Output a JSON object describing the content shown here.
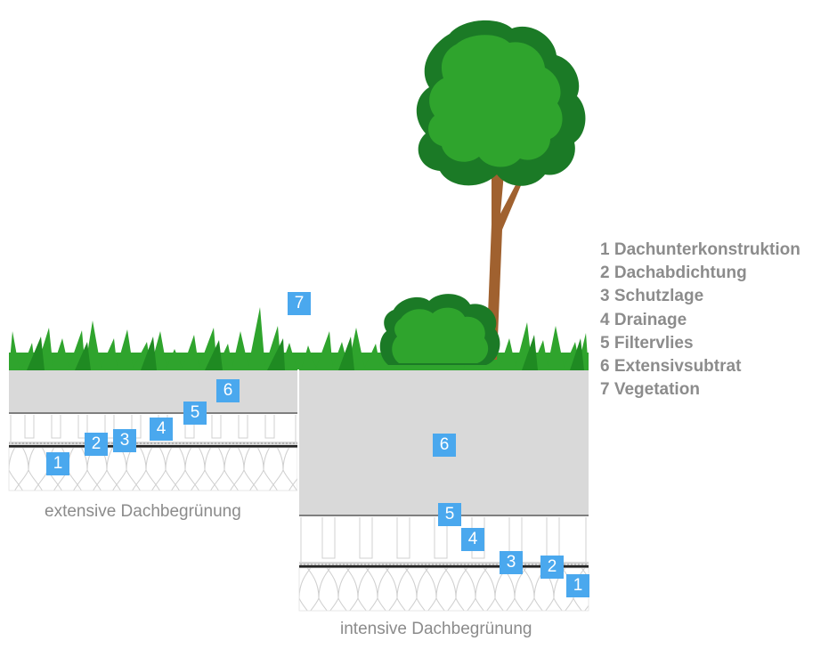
{
  "legend": [
    "1 Dachunterkonstruktion",
    "2 Dachabdichtung",
    "3 Schutzlage",
    "4 Drainage",
    "5 Filtervlies",
    "6 Extensivsubtrat",
    "7 Vegetation"
  ],
  "captions": {
    "extensive": "extensive Dachbegrünung",
    "intensive": "intensive Dachbegrünung"
  },
  "badges": {
    "vegetation": "7",
    "ext_substrate": "6",
    "ext_filter": "5",
    "ext_drainage": "4",
    "ext_protection": "3",
    "ext_waterproofing": "2",
    "ext_structure": "1",
    "int_substrate": "6",
    "int_filter": "5",
    "int_drainage": "4",
    "int_protection": "3",
    "int_waterproofing": "2",
    "int_structure": "1"
  },
  "colors": {
    "badge": "#4aa8ee",
    "grass": "#2fa42d",
    "grass_dark": "#1f8a22",
    "substrate": "#d9d9d9",
    "tree_light": "#2fa42d",
    "tree_dark": "#1b7a26",
    "trunk": "#a0612f",
    "text": "#8c8c8c"
  },
  "icons": [
    "tree-icon",
    "bush-icon",
    "grass-icon"
  ]
}
